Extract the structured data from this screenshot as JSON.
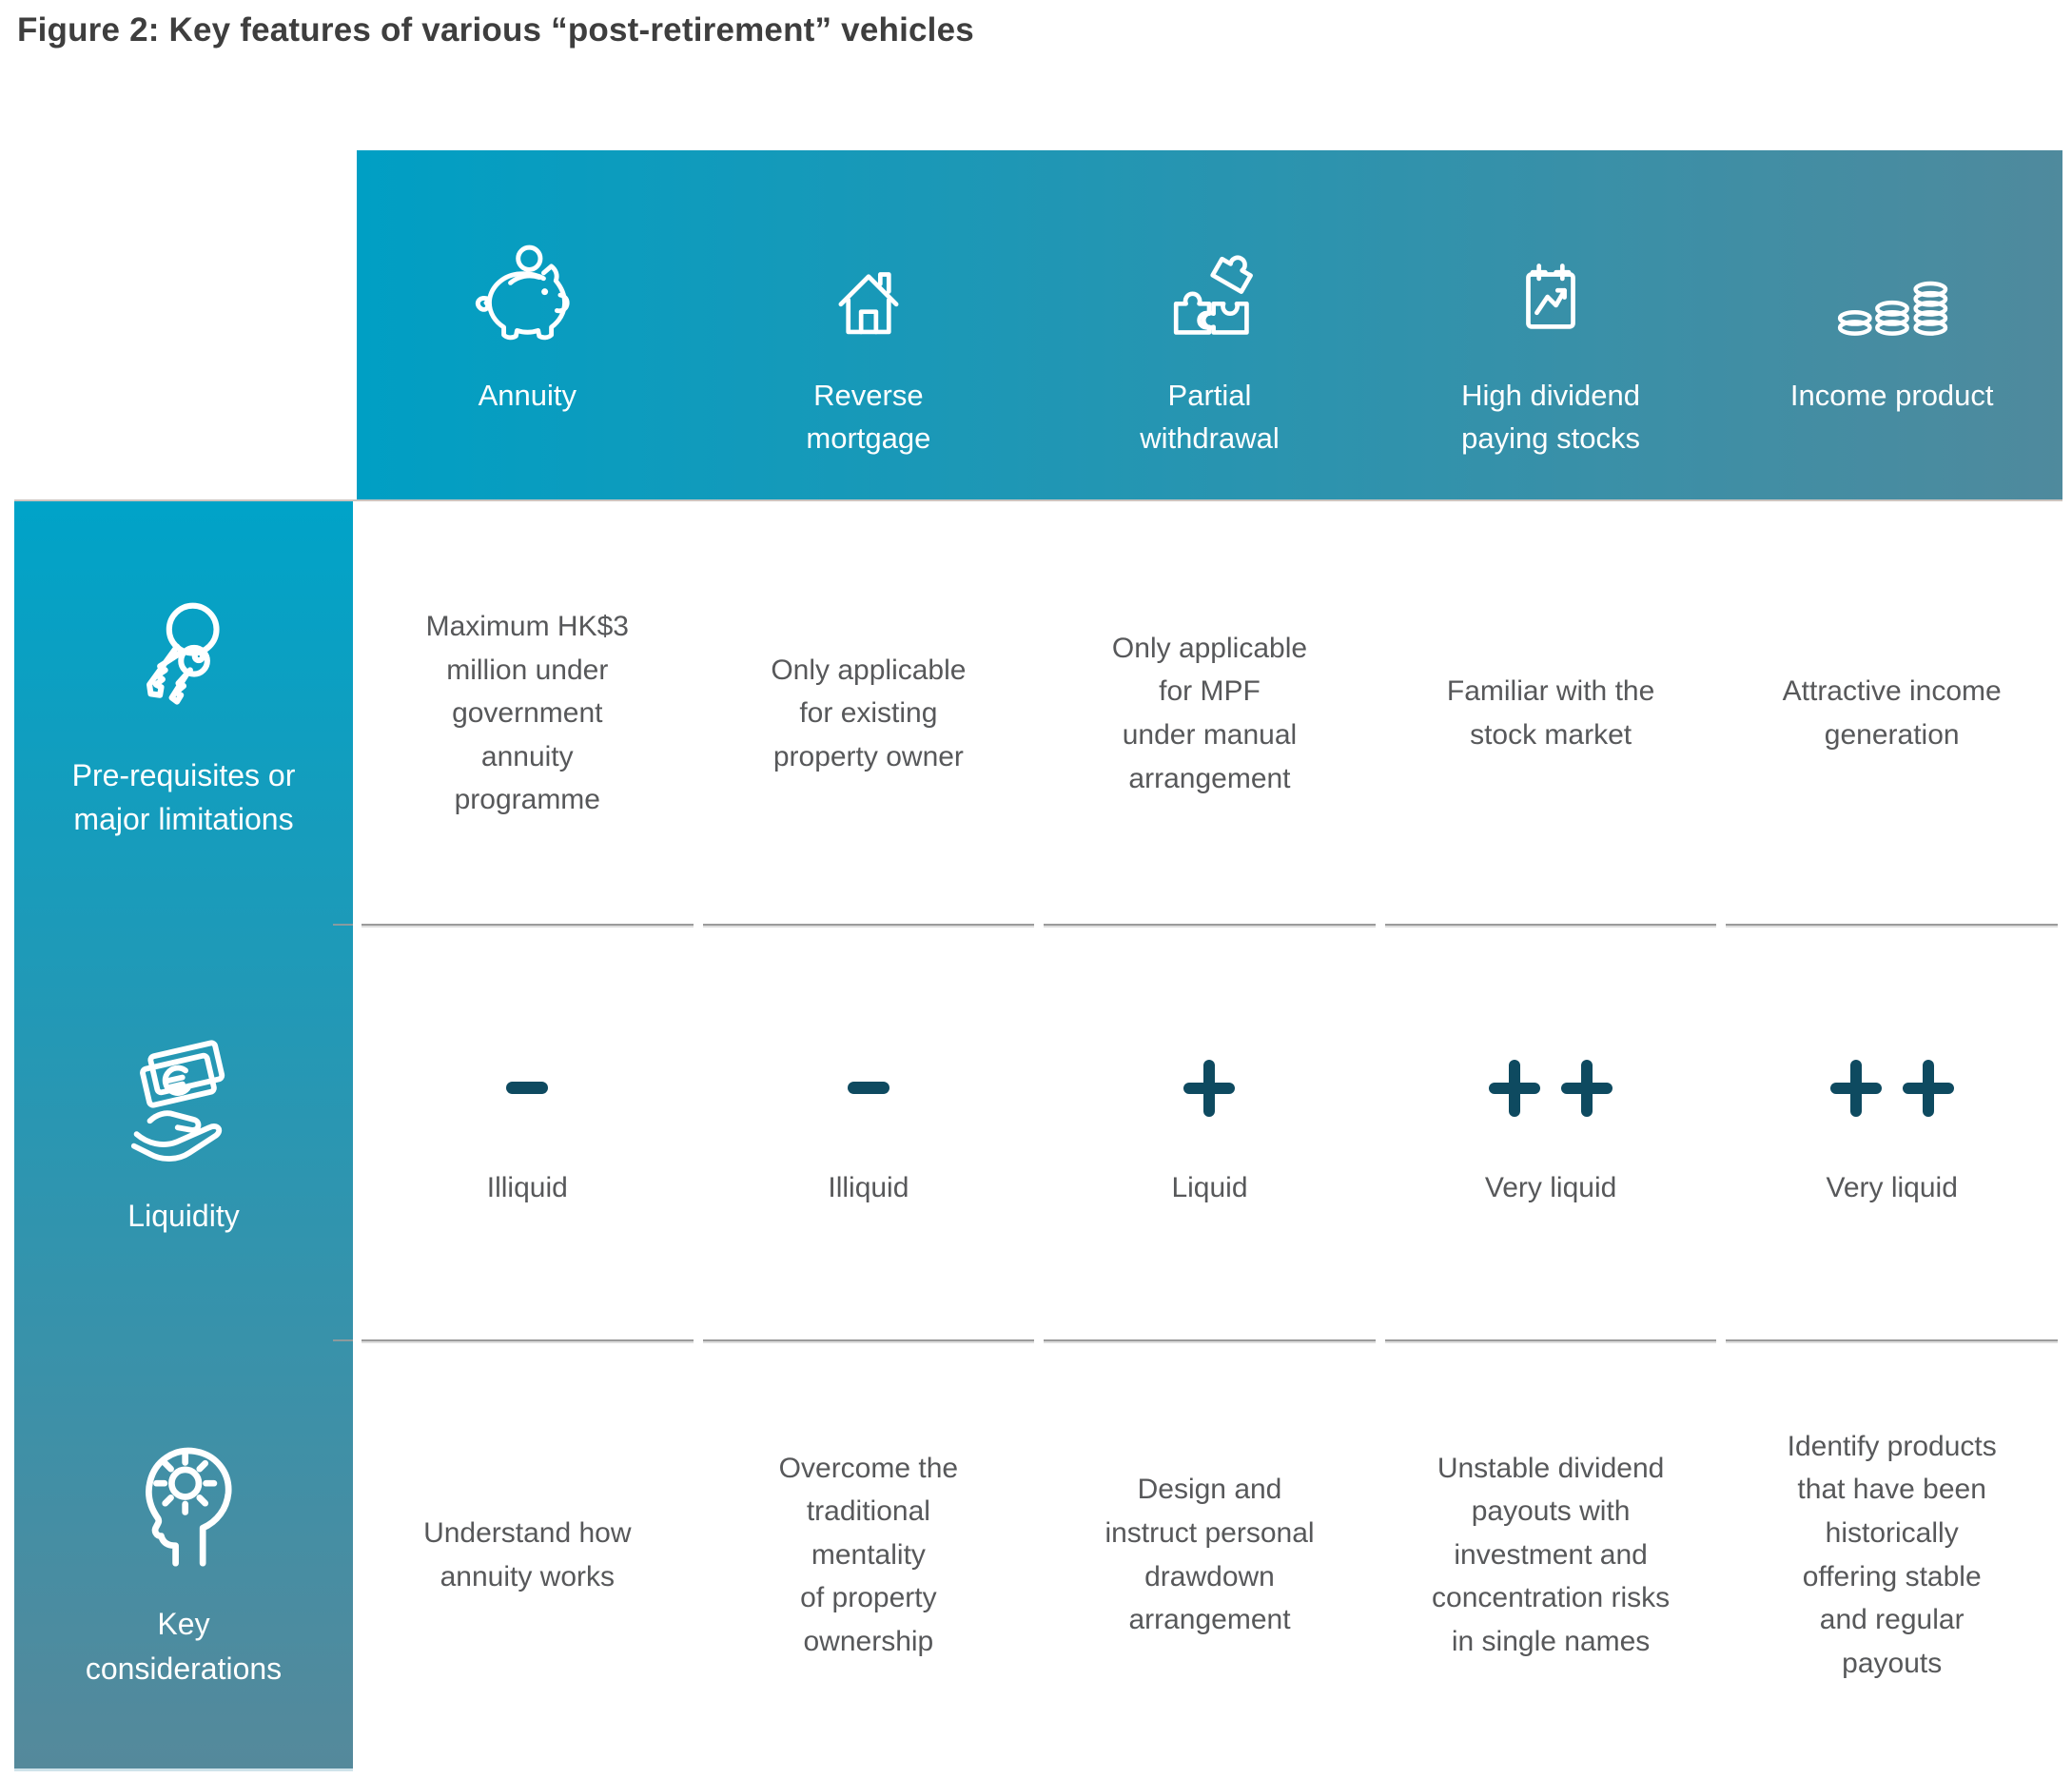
{
  "title": "Figure 2: Key features of various “post-retirement” vehicles",
  "colors": {
    "accent_teal": "#009fc4",
    "muted_teal": "#4f8a9d",
    "sidebar_top": "#00a3c8",
    "sidebar_bottom": "#55899b",
    "symbol": "#0e4a60",
    "body_text": "#57585a",
    "divider": "#9b9b9b",
    "header_text": "#ffffff"
  },
  "columns": [
    {
      "label": "Annuity",
      "icon": "piggy-bank-icon"
    },
    {
      "label": "Reverse\nmortgage",
      "icon": "house-icon"
    },
    {
      "label": "Partial\nwithdrawal",
      "icon": "puzzle-icon"
    },
    {
      "label": "High dividend\npaying stocks",
      "icon": "calendar-chart-icon"
    },
    {
      "label": "Income product",
      "icon": "coin-stacks-icon"
    }
  ],
  "rows": [
    {
      "label": "Pre-requisites or\nmajor limitations",
      "icon": "keys-icon",
      "cells": [
        "Maximum HK$3\nmillion under\ngovernment\nannuity\nprogramme",
        "Only applicable\nfor existing\nproperty owner",
        "Only applicable\nfor MPF\nunder manual\narrangement",
        "Familiar with the\nstock market",
        "Attractive income\ngeneration"
      ]
    },
    {
      "label": "Liquidity",
      "icon": "cash-in-hand-icon",
      "cells": [
        {
          "symbol": "minus",
          "label": "Illiquid"
        },
        {
          "symbol": "minus",
          "label": "Illiquid"
        },
        {
          "symbol": "plus",
          "label": "Liquid"
        },
        {
          "symbol": "plus-plus",
          "label": "Very liquid"
        },
        {
          "symbol": "plus-plus",
          "label": "Very liquid"
        }
      ]
    },
    {
      "label": "Key\nconsiderations",
      "icon": "head-gear-icon",
      "cells": [
        "Understand how\nannuity works",
        "Overcome the\ntraditional\nmentality\nof property\nownership",
        "Design and\ninstruct personal\ndrawdown\narrangement",
        "Unstable dividend\npayouts with\ninvestment and\nconcentration risks\nin single names",
        "Identify products\nthat have been\nhistorically\noffering stable\nand regular\npayouts"
      ]
    }
  ]
}
